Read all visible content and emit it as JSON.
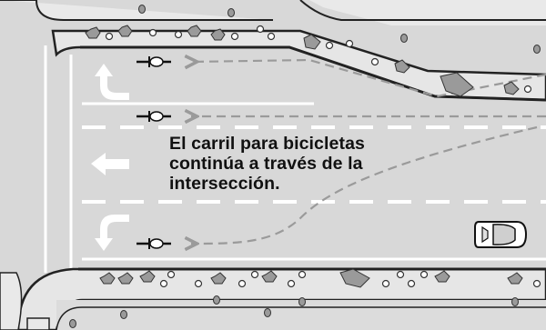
{
  "caption": {
    "lines": [
      "El carril para bicicletas",
      "continúa a través de la",
      "intersección."
    ]
  },
  "colors": {
    "road": "#d8d8d8",
    "median": "#e6e6e6",
    "outline": "#222222",
    "lane_marking": "#ffffff",
    "bike_path": "#9a9a9a",
    "tree": "#8a8a8a"
  },
  "icons": [
    "turn-left-arrow-icon",
    "left-arrow-icon",
    "cyclist-icon",
    "car-icon",
    "pedestrian-icon",
    "tree-icon"
  ]
}
